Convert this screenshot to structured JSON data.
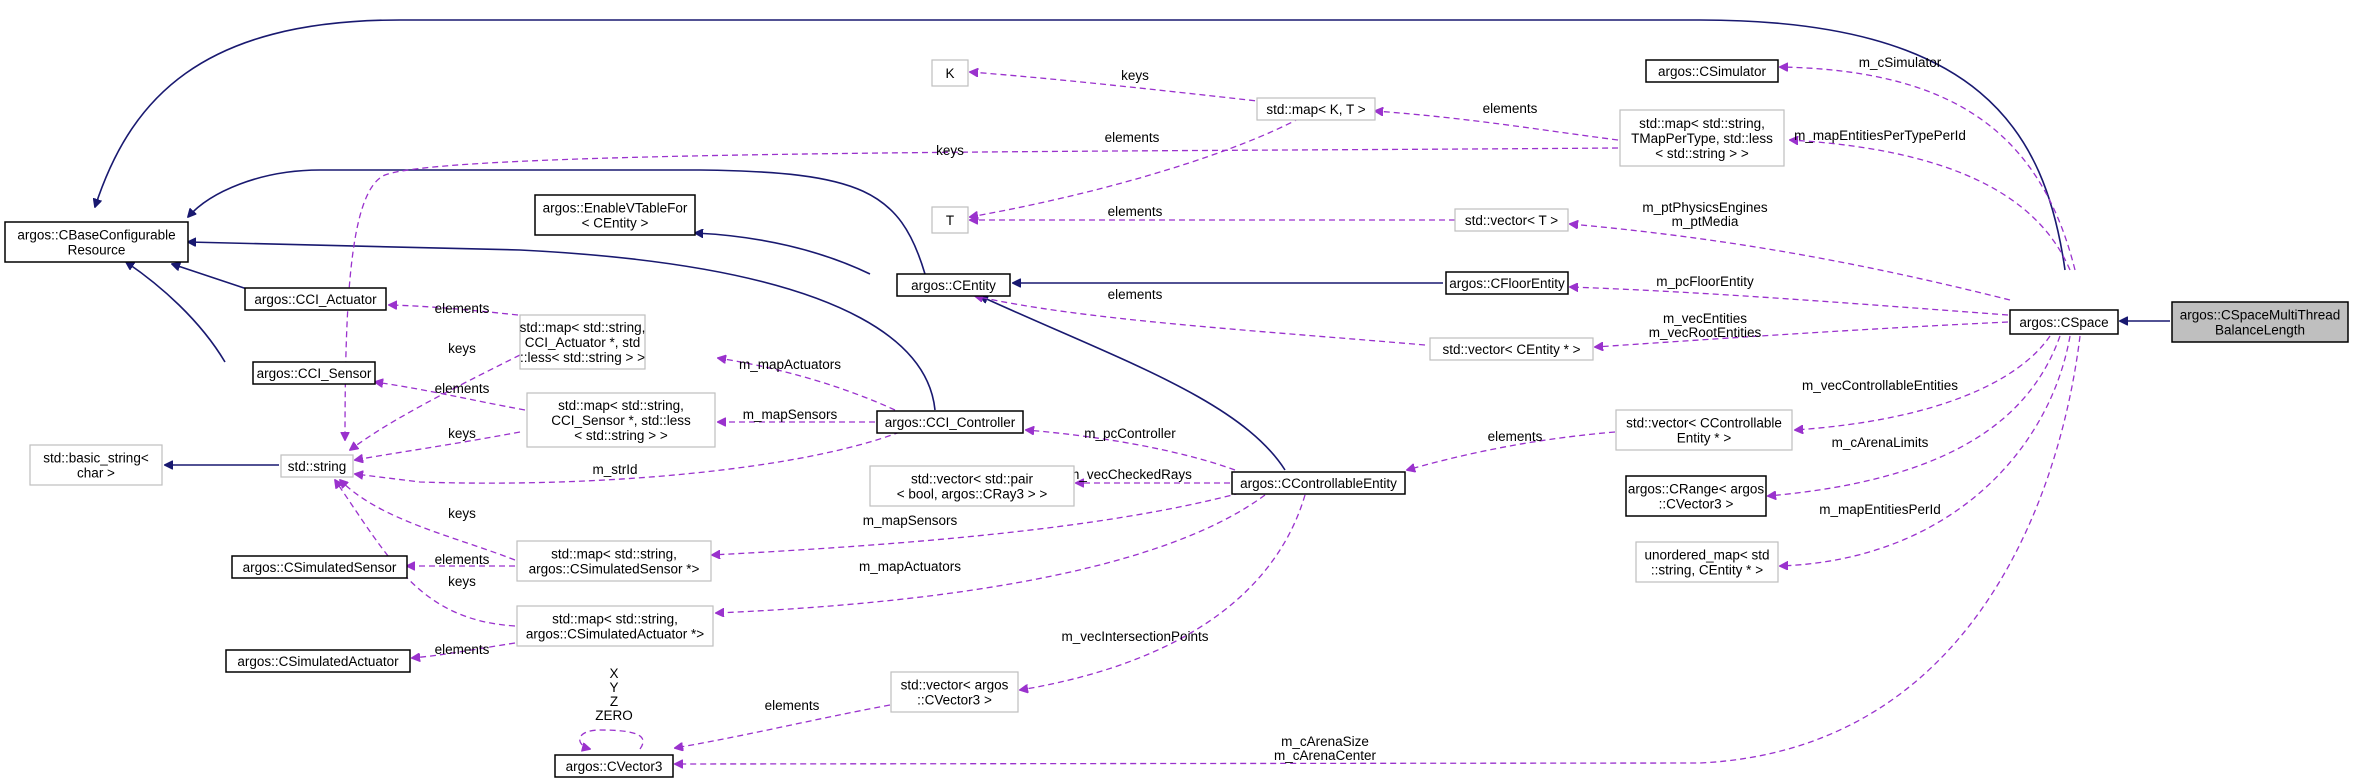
{
  "diagram": {
    "nodes": {
      "cbaseconfigurable": "argos::CBaseConfigurable\nResource",
      "csimulator": "argos::CSimulator",
      "k": "K",
      "stdmap_kt": "std::map< K, T >",
      "map_entities_per_type": "std::map< std::string,\nTMapPerType, std::less\n< std::string > >",
      "enablevtable": "argos::EnableVTableFor\n< CEntity >",
      "t": "T",
      "stdvector_t": "std::vector< T >",
      "centity": "argos::CEntity",
      "cfloorentity": "argos::CFloorEntity",
      "cspace": "argos::CSpace",
      "focus": "argos::CSpaceMultiThread\nBalanceLength",
      "cci_actuator": "argos::CCI_Actuator",
      "map_actuators": "std::map< std::string,\nCCI_Actuator *, std\n::less< std::string > >",
      "vector_centity": "std::vector< CEntity * >",
      "cci_sensor": "argos::CCI_Sensor",
      "map_sensors": "std::map< std::string,\nCCI_Sensor *, std::less\n< std::string > >",
      "cci_controller": "argos::CCI_Controller",
      "vector_controllable": "std::vector< CControllable\nEntity * >",
      "basic_string": "std::basic_string<\nchar >",
      "stdstring": "std::string",
      "vector_pair": "std::vector< std::pair\n< bool, argos::CRay3 > >",
      "ccontrollableentity": "argos::CControllableEntity",
      "crange": "argos::CRange< argos\n::CVector3 >",
      "map_simsensor": "std::map< std::string,\nargos::CSimulatedSensor *>",
      "csimulatedsensor": "argos::CSimulatedSensor",
      "unordered_map": "unordered_map< std\n::string, CEntity * >",
      "map_simactuator": "std::map< std::string,\nargos::CSimulatedActuator *>",
      "csimulatedactuator": "argos::CSimulatedActuator",
      "vector_cvector3": "std::vector< argos\n::CVector3 >",
      "cvector3": "argos::CVector3"
    },
    "edge_labels": {
      "keys_kt": "keys",
      "elements_kt_map": "elements",
      "elements_kt_t": "elements",
      "keys_entities_per_type": "keys",
      "m_cSimulator": "m_cSimulator",
      "m_mapEntitiesPerTypePerId": "m_mapEntitiesPerTypePerId",
      "elements_vector_t": "elements",
      "m_ptPhysicsEngines": "m_ptPhysicsEngines\nm_ptMedia",
      "m_pcFloorEntity": "m_pcFloorEntity",
      "elements_vector_centity": "elements",
      "m_vecEntities": "m_vecEntities\nm_vecRootEntities",
      "elements_actuator": "elements",
      "keys_actuator": "keys",
      "m_mapActuators_ctrl": "m_mapActuators",
      "elements_sensor": "elements",
      "keys_sensor": "keys",
      "m_mapSensors_ctrl": "m_mapSensors",
      "m_strId": "m_strId",
      "m_pcController": "m_pcController",
      "elements_controllable": "elements",
      "m_vecControllableEntities": "m_vecControllableEntities",
      "m_vecCheckedRays": "m_vecCheckedRays",
      "m_cArenaLimits": "m_cArenaLimits",
      "m_mapEntitiesPerId": "m_mapEntitiesPerId",
      "keys_simsensor": "keys",
      "m_mapSensors_sim": "m_mapSensors",
      "elements_simsensor": "elements",
      "keys_simactuator": "keys",
      "m_mapActuators_sim": "m_mapActuators",
      "elements_simactuator": "elements",
      "m_vecIntersectionPoints": "m_vecIntersectionPoints",
      "elements_cvector3": "elements",
      "xyz_zero": "X\nY\nZ\nZERO",
      "m_cArenaSize": "m_cArenaSize\nm_cArenaCenter"
    },
    "colors": {
      "inheritance": "#191970",
      "usage": "#9a32cd",
      "focus_fill": "#bfbfbf",
      "grey_border": "#bfbfbf"
    }
  }
}
